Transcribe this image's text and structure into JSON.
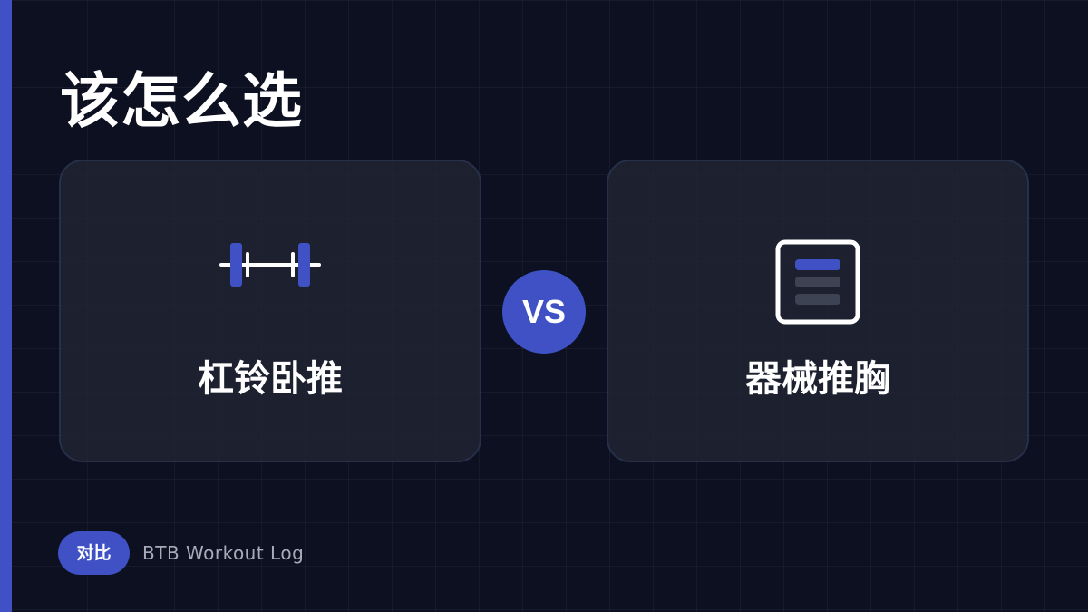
{
  "title": "该怎么选",
  "options": [
    {
      "label": "杠铃卧推",
      "icon": "barbell-icon"
    },
    {
      "label": "器械推胸",
      "icon": "machine-icon"
    }
  ],
  "vs_label": "VS",
  "footer": {
    "tag": "对比",
    "brand": "BTB Workout Log"
  },
  "colors": {
    "background": "#0c1020",
    "accent": "#3f51c4",
    "card_border": "#26304a",
    "text": "#ffffff",
    "muted_text": "#a8acb8"
  }
}
